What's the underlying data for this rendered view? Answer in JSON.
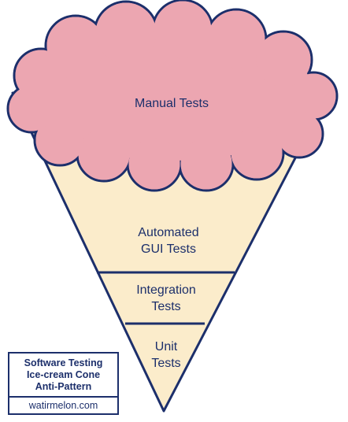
{
  "diagram": {
    "cloud_label": "Manual Tests",
    "layers": [
      {
        "line1": "Automated",
        "line2": "GUI Tests"
      },
      {
        "line1": "Integration",
        "line2": "Tests"
      },
      {
        "line1": "Unit",
        "line2": "Tests"
      }
    ]
  },
  "caption": {
    "line1": "Software Testing",
    "line2": "Ice-cream Cone",
    "line3": "Anti-Pattern",
    "credit": "watirmelon.com"
  },
  "colors": {
    "cone_fill": "#fbeccb",
    "cloud_fill": "#eca6b1",
    "outline": "#1c2f6b",
    "text": "#1c2f6b"
  }
}
